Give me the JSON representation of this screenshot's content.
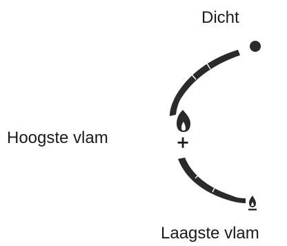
{
  "labels": {
    "closed": "Dicht",
    "highest_flame": "Hoogste vlam",
    "lowest_flame": "Laagste vlam"
  },
  "symbols": {
    "plus": "+"
  },
  "icons": {
    "closed_marker": "filled-dot-icon",
    "high_flame": "large-flame-icon",
    "low_flame": "small-flame-icon"
  },
  "colors": {
    "ink": "#1a1a1a",
    "arc": "#2a2a2a",
    "background": "#ffffff"
  }
}
